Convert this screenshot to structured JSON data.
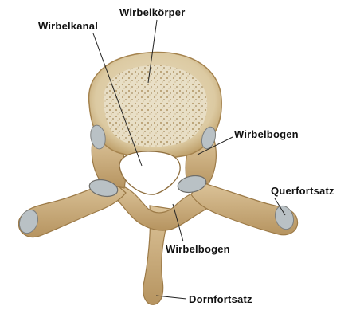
{
  "labels": {
    "vertebral_body": "Wirbelkörper",
    "vertebral_canal": "Wirbelkanal",
    "vertebral_arch_upper": "Wirbelbogen",
    "transverse_process": "Querfortsatz",
    "vertebral_arch_lower": "Wirbelbogen",
    "spinous_process": "Dornfortsatz"
  },
  "colors": {
    "bone": "#cfb68a",
    "bone_shadow": "#a7854f",
    "cancellous": "#e6dcc3",
    "articular_surface": "#b8c0c4",
    "leader_line": "#222222"
  }
}
